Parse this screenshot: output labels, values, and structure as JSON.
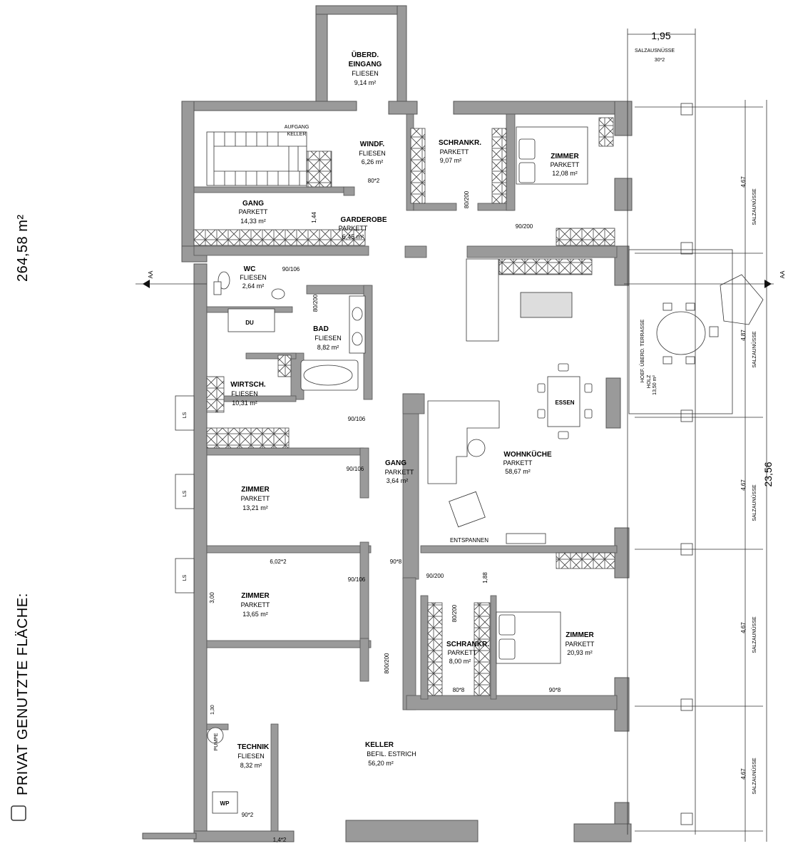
{
  "side": {
    "area_total": "264,58 m²",
    "private_area_title": "PRIVAT GENUTZTE FLÄCHE:"
  },
  "rooms": {
    "entrance": {
      "name": "ÜBERD.",
      "name2": "EINGANG",
      "floor": "FLIESEN",
      "area": "9,14 m²"
    },
    "windfang": {
      "name": "WINDF.",
      "floor": "FLIESEN",
      "area": "6,26 m²"
    },
    "schrank1": {
      "name": "SCHRANKR.",
      "floor": "PARKETT",
      "area": "9,07 m²"
    },
    "zimmer1": {
      "name": "ZIMMER",
      "floor": "PARKETT",
      "area": "12,08 m²"
    },
    "gang1": {
      "name": "GANG",
      "floor": "PARKETT",
      "area": "14,33 m²"
    },
    "garderobe": {
      "name": "GARDEROBE",
      "floor": "PARKETT",
      "area": "6,45 m²"
    },
    "wc": {
      "name": "WC",
      "floor": "FLIESEN",
      "area": "2,64 m²"
    },
    "bad": {
      "name": "BAD",
      "floor": "FLIESEN",
      "area": "8,82 m²"
    },
    "wirtsch": {
      "name": "WIRTSCH.",
      "floor": "FLIESEN",
      "area": "10,31 m²"
    },
    "terrasse": {
      "name": "HOEF. ÜBERD. TERRASSE",
      "floor": "HOLZ",
      "area": "13,50 m²"
    },
    "wohnkueche": {
      "name": "WOHNKÜCHE",
      "floor": "PARKETT",
      "area": "58,67 m²"
    },
    "gang2": {
      "name": "GANG",
      "floor": "PARKETT",
      "area": "3,64 m²"
    },
    "zimmer2": {
      "name": "ZIMMER",
      "floor": "PARKETT",
      "area": "13,21 m²"
    },
    "zimmer3": {
      "name": "ZIMMER",
      "floor": "PARKETT",
      "area": "13,65 m²"
    },
    "schrank2": {
      "name": "SCHRANKR.",
      "floor": "PARKETT",
      "area": "8,00 m²"
    },
    "zimmer4": {
      "name": "ZIMMER",
      "floor": "PARKETT",
      "area": "20,93 m²"
    },
    "technik": {
      "name": "TECHNIK",
      "floor": "FLIESEN",
      "area": "8,32 m²"
    },
    "keller": {
      "name": "KELLER",
      "floor": "BEFIL. ESTRICH",
      "area": "56,20 m²"
    }
  },
  "labels": {
    "aufgang": "AUFGANG",
    "keller_stair": "KELLER",
    "du": "DU",
    "essen": "ESSEN",
    "entspannen": "ENTSPANNEN",
    "ls": "LS",
    "wp": "WP",
    "pumpe": "PUMPE",
    "section_left": "AA",
    "section_right": "AA",
    "salz_top": "SALZAUSNÜSSE",
    "salz_top_val": "30*2",
    "salz_side": "SALZAUNÜSSE"
  },
  "dims": {
    "top_width": "1,95",
    "d_80_2": "80*2",
    "d_144": "1,44",
    "d_80_200a": "80/200",
    "d_90_200a": "90/200",
    "d_90_106a": "90/106",
    "d_80_200b": "80/200",
    "d_90_106b": "90/106",
    "d_90_106c": "90/106",
    "d_90_106d": "90/106",
    "d_602": "6,02*2",
    "d_90_8": "90*8",
    "d_90_200b": "90/200",
    "d_188": "1,88",
    "d_300": "3,00",
    "d_80_200c": "80/200",
    "d_800_200": "800/200",
    "d_80_8": "80*8",
    "d_90_8b": "90*8",
    "d_130": "1,30",
    "d_90_2": "90*2",
    "d_14_2": "1,4*2",
    "d_467a": "4,67",
    "d_487": "4,87",
    "d_467b": "4,67",
    "d_467c": "4,67",
    "d_467d": "4,67",
    "d_2356": "23,56"
  }
}
